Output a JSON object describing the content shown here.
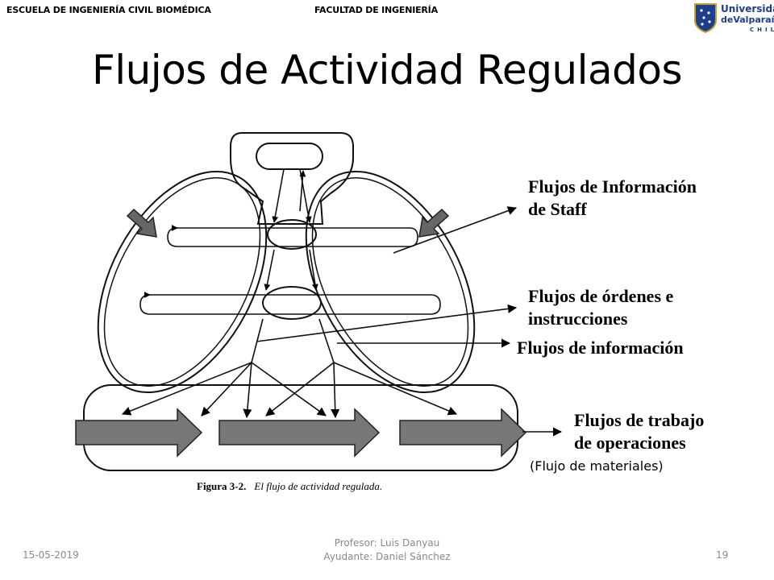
{
  "header": {
    "left": "ESCUELA DE INGENIERÍA CIVIL BIOMÉDICA",
    "center": "FACULTAD DE INGENIERÍA"
  },
  "logo": {
    "line1": "Universidad",
    "line2": "deValparaíso",
    "line3": "CHILE",
    "color": "#1d3e8c"
  },
  "slide": {
    "title": "Flujos de Actividad Regulados"
  },
  "diagram": {
    "labels": {
      "staff_line1": "Flujos de Información",
      "staff_line2": "de Staff",
      "ordenes_line1": "Flujos de órdenes e",
      "ordenes_line2": "instrucciones",
      "informacion": "Flujos de información",
      "trabajo_line1": "Flujos de trabajo",
      "trabajo_line2": "de operaciones",
      "materiales": "(Flujo de materiales)"
    },
    "caption": {
      "figure": "Figura 3-2.",
      "text": "El flujo de actividad regulada."
    }
  },
  "footer": {
    "date": "15-05-2019",
    "professor": "Profesor: Luis Danyau",
    "assistant": "Ayudante: Daniel Sánchez",
    "page": "19"
  }
}
